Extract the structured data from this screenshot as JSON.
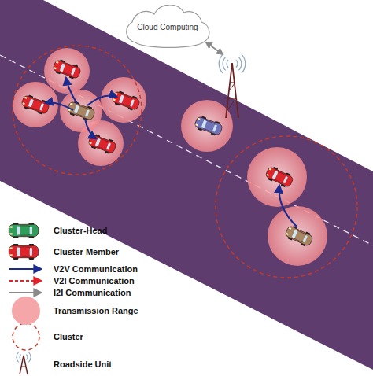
{
  "diagram": {
    "nodes": [
      {
        "text": [
          "Cloud Computing"
        ]
      }
    ],
    "legend": [
      {
        "text": "Cluster-Head"
      },
      {
        "text": "Cluster Member"
      },
      {
        "text": "V2V Communication"
      },
      {
        "text": "V2I Communication"
      },
      {
        "text": "I2I Communication"
      },
      {
        "text": "Transmission Range",
        "color": "#f4a6a9"
      },
      {
        "text": "Cluster"
      },
      {
        "text": "Roadside Unit"
      }
    ]
  }
}
